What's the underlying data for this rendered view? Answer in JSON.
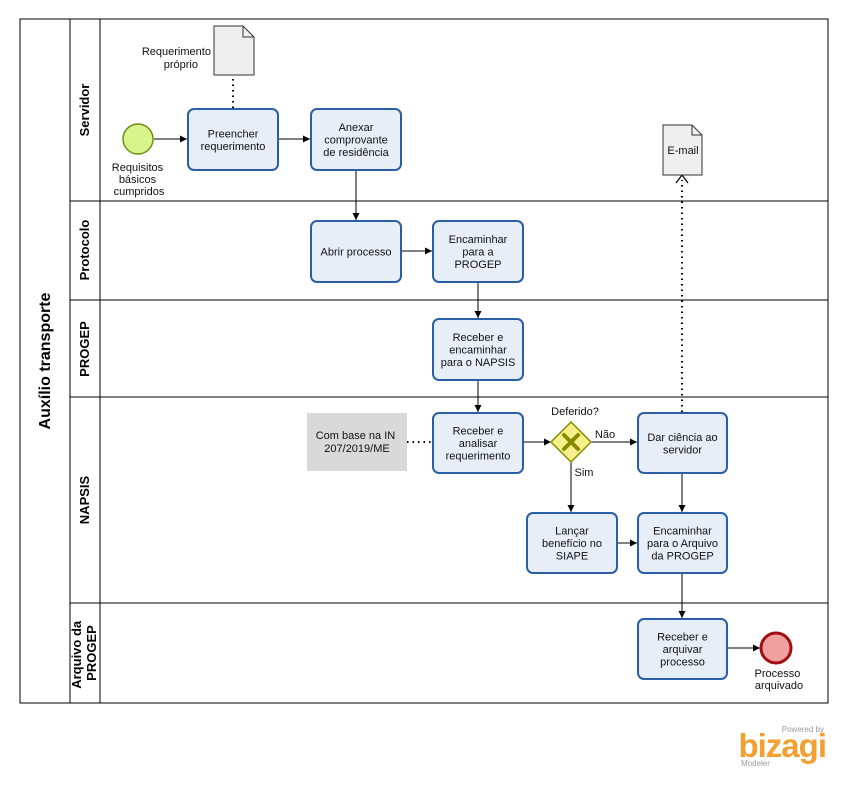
{
  "pool": {
    "title": "Auxílio transporte"
  },
  "lanes": [
    {
      "id": "servidor",
      "title": [
        "Servidor"
      ]
    },
    {
      "id": "protocolo",
      "title": [
        "Protocolo"
      ]
    },
    {
      "id": "progep",
      "title": [
        "PROGEP"
      ]
    },
    {
      "id": "napsis",
      "title": [
        "NAPSIS"
      ]
    },
    {
      "id": "arquivo",
      "title": [
        "Arquivo da",
        "PROGEP"
      ]
    }
  ],
  "tasks": [
    {
      "id": "t1",
      "lines": [
        "Preencher",
        "requerimento"
      ]
    },
    {
      "id": "t2",
      "lines": [
        "Anexar",
        "comprovante",
        "de residência"
      ]
    },
    {
      "id": "t3",
      "lines": [
        "Abrir processo"
      ]
    },
    {
      "id": "t4",
      "lines": [
        "Encaminhar",
        "para a",
        "PROGEP"
      ]
    },
    {
      "id": "t5",
      "lines": [
        "Receber e",
        "encaminhar",
        "para o NAPSIS"
      ]
    },
    {
      "id": "t6",
      "lines": [
        "Receber e",
        "analisar",
        "requerimento"
      ]
    },
    {
      "id": "t7",
      "lines": [
        "Dar ciência ao",
        "servidor"
      ]
    },
    {
      "id": "t8",
      "lines": [
        "Lançar",
        "benefício no",
        "SIAPE"
      ]
    },
    {
      "id": "t9",
      "lines": [
        "Encaminhar",
        "para o Arquivo",
        "da PROGEP"
      ]
    },
    {
      "id": "t10",
      "lines": [
        "Receber e",
        "arquivar",
        "processo"
      ]
    }
  ],
  "events": {
    "start": {
      "lines": [
        "Requisitos",
        "básicos",
        "cumpridos"
      ]
    },
    "end": {
      "lines": [
        "Processo",
        "arquivado"
      ]
    }
  },
  "gateway": {
    "label": "Deferido?",
    "no_label": "Não",
    "yes_label": "Sim"
  },
  "artifacts": {
    "doc_requerimento": {
      "lines": [
        "Requerimento",
        "próprio"
      ]
    },
    "doc_email": {
      "lines": [
        "E-mail"
      ]
    },
    "annotation": {
      "lines": [
        "Com base na IN",
        "207/2019/ME"
      ]
    }
  },
  "branding": {
    "powered": "Powered by",
    "name": "bizagi",
    "product": "Modeler"
  },
  "colors": {
    "task_fill": "#e8eef8",
    "task_stroke": "#2a5fa8",
    "start_fill": "#d7f58a",
    "start_stroke": "#6b8f1a",
    "end_fill": "#f0a0a0",
    "end_stroke": "#a01010",
    "gateway_fill": "#f6f08a",
    "gateway_stroke": "#8a8a00",
    "annotation_fill": "#d9d9d9",
    "logo": "#f2a030"
  }
}
